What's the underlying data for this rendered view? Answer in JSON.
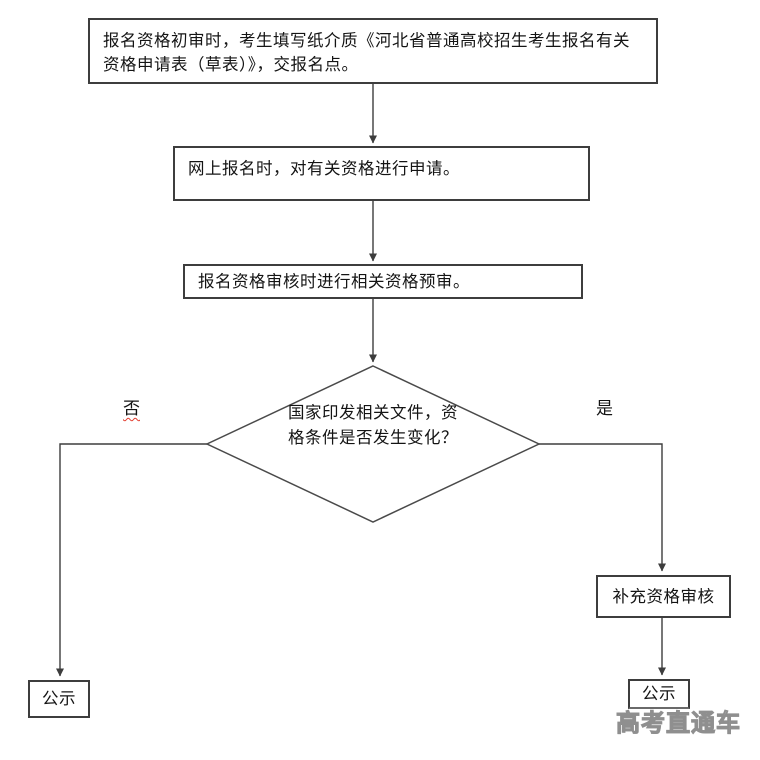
{
  "flow": {
    "step1": "报名资格初审时，考生填写纸介质《河北省普通高校招生考生报名有关资格申请表（草表）》，交报名点。",
    "step2": "网上报名时，对有关资格进行申请。",
    "step3": "报名资格审核时进行相关资格预审。",
    "decision": "国家印发相关文件，资格条件是否发生变化？",
    "label_no": "否",
    "label_yes": "是",
    "supplement": "补充资格审核",
    "publicity_left": "公示",
    "publicity_right": "公示"
  },
  "watermark": "高考直通车",
  "colors": {
    "line": "#3d3d3d",
    "text": "#141414",
    "no_underline": "#e23b2e",
    "watermark": "#8f8f8f",
    "background": "#ffffff"
  }
}
